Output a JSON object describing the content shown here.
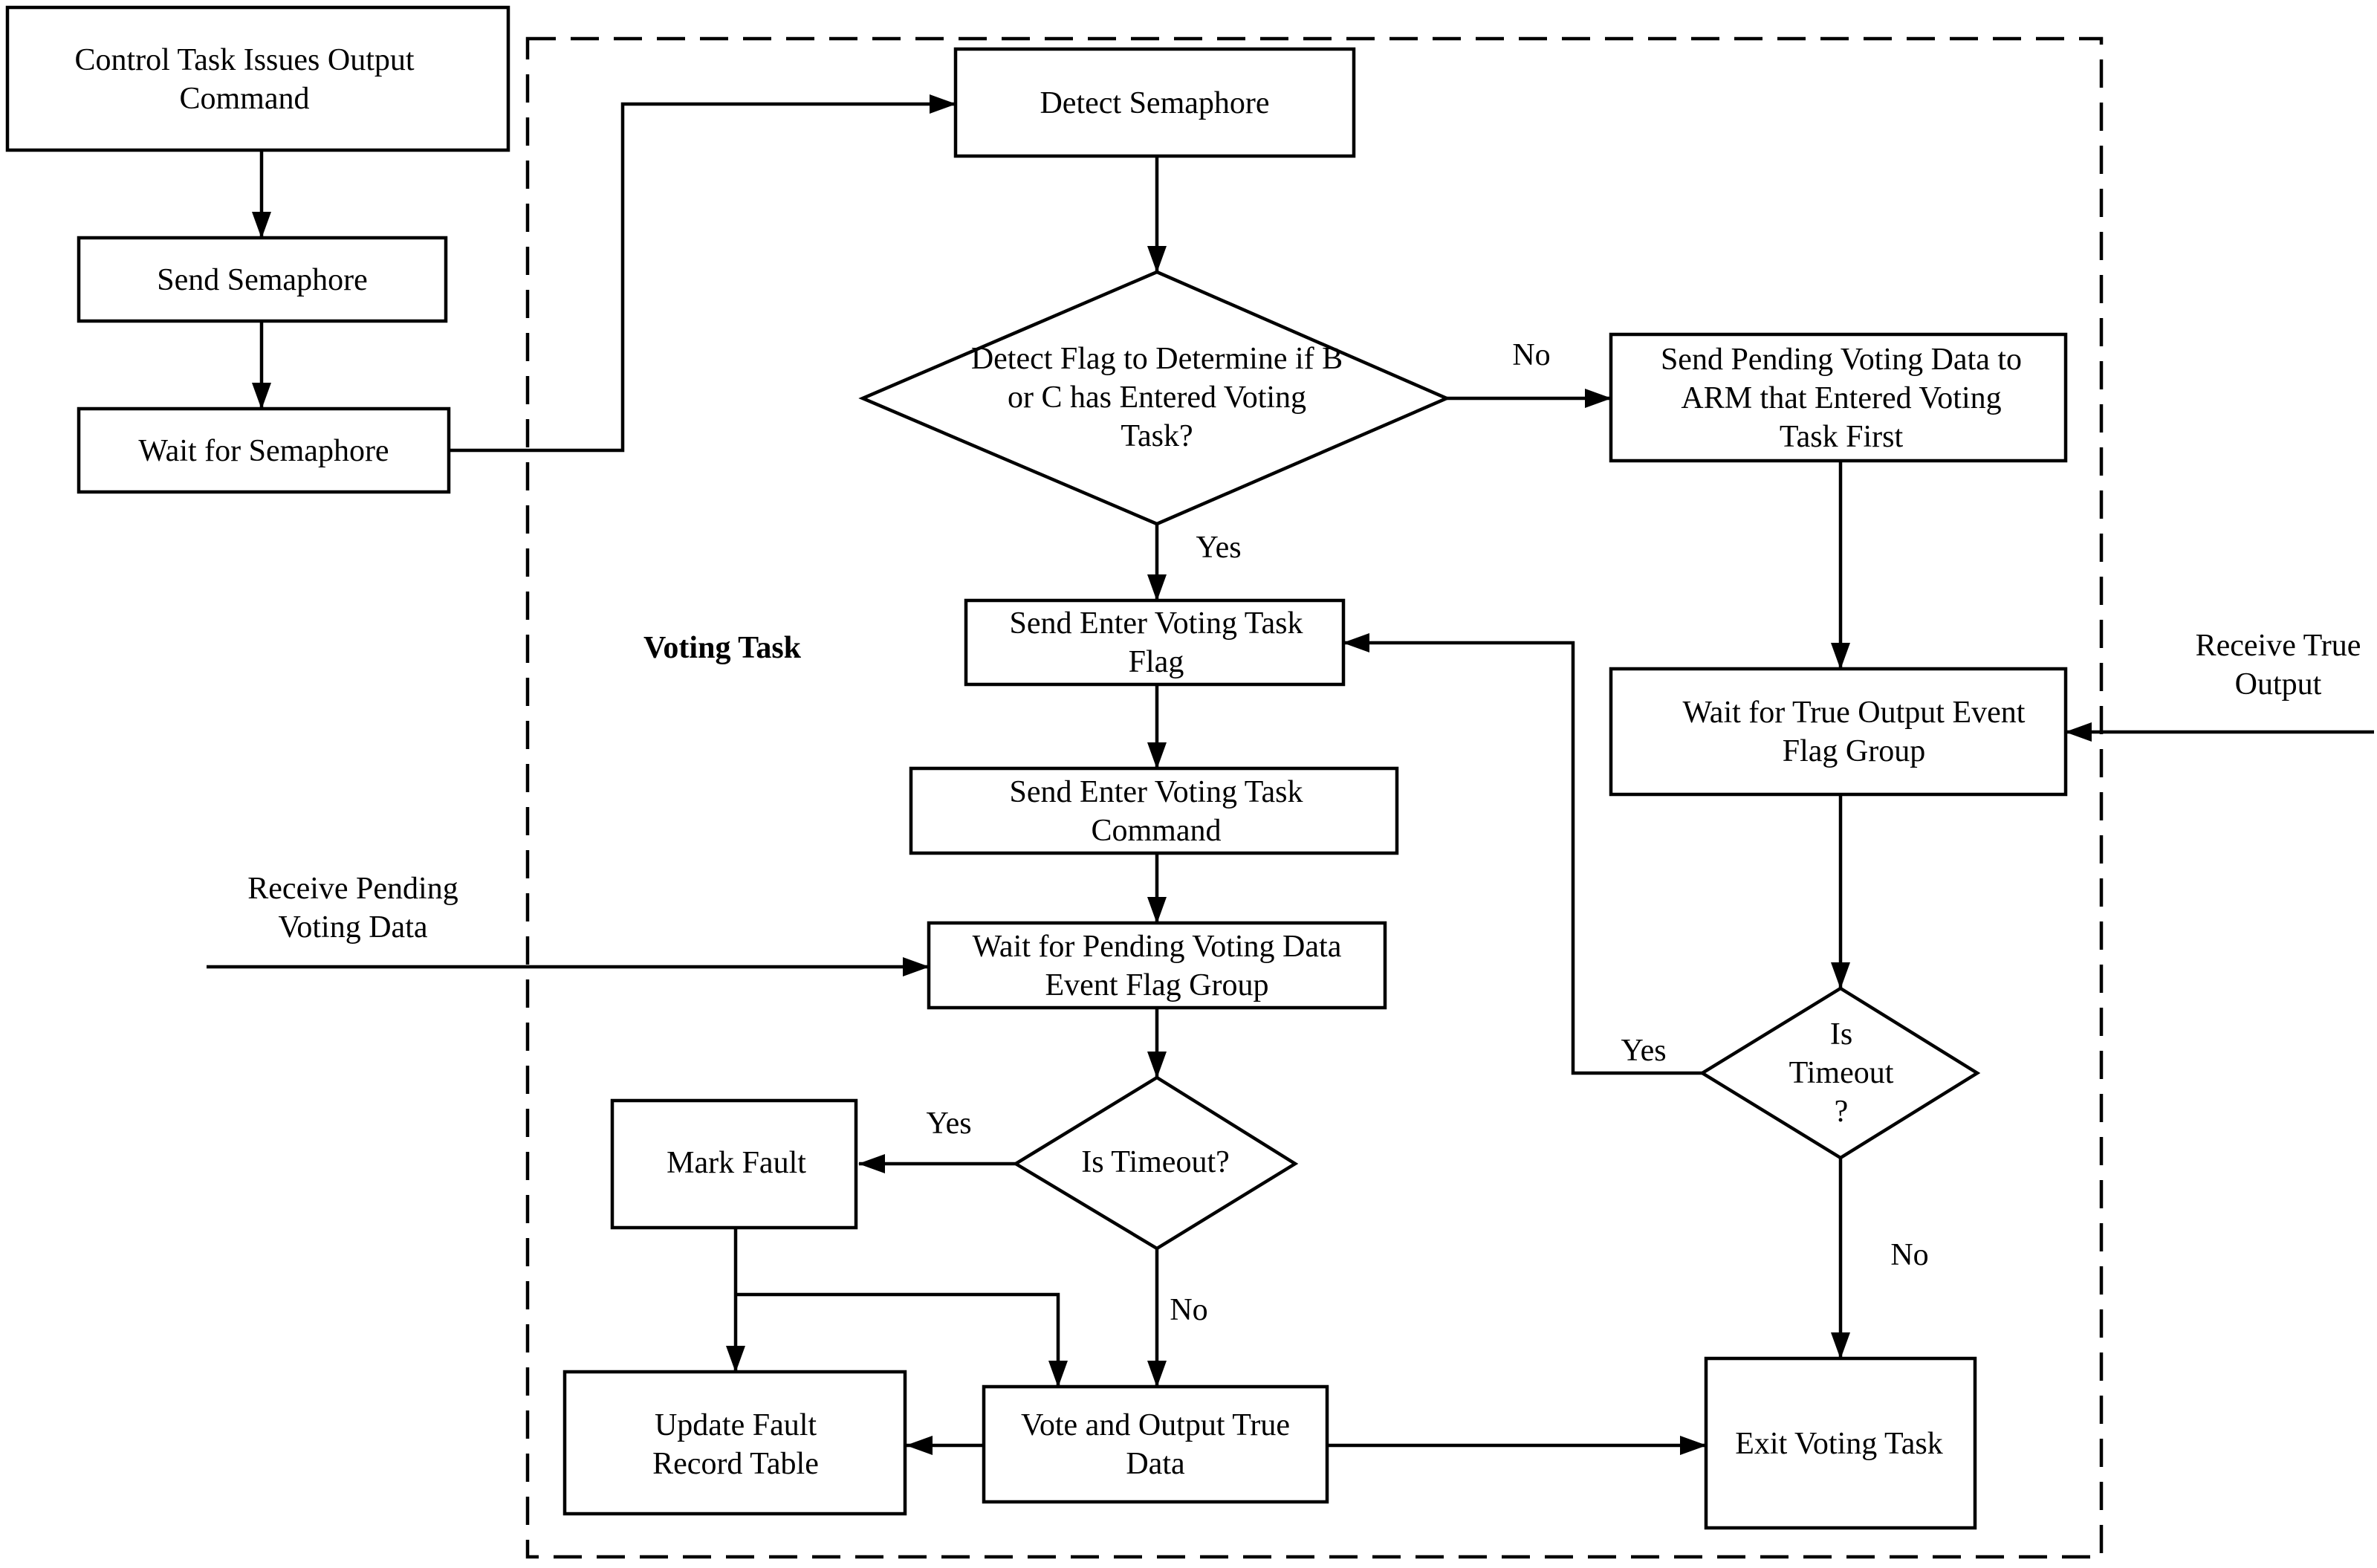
{
  "nodes": {
    "control_issue": [
      "Control Task Issues Output",
      "Command"
    ],
    "send_semaphore": [
      "Send Semaphore"
    ],
    "wait_semaphore": [
      "Wait for Semaphore"
    ],
    "detect_semaphore": [
      "Detect Semaphore"
    ],
    "detect_flag": [
      "Detect Flag to Determine if B",
      "or C has Entered Voting",
      "Task?"
    ],
    "send_pending": [
      "Send Pending Voting Data to",
      "ARM that Entered Voting",
      "Task First"
    ],
    "send_enter_flag": [
      "Send Enter Voting Task",
      "Flag"
    ],
    "wait_true_output": [
      "Wait for True Output Event",
      "Flag Group"
    ],
    "send_enter_command": [
      "Send Enter Voting Task",
      "Command"
    ],
    "wait_pending": [
      "Wait for Pending Voting Data",
      "Event Flag Group"
    ],
    "is_timeout_left": [
      "Is Timeout?"
    ],
    "mark_fault": [
      "Mark Fault"
    ],
    "is_timeout_right": [
      "Is",
      "Timeout",
      "?"
    ],
    "update_fault": [
      "Update Fault",
      "Record Table"
    ],
    "vote_output": [
      "Vote and Output True",
      "Data"
    ],
    "exit_voting": [
      "Exit Voting Task"
    ]
  },
  "labels": {
    "voting_task": "Voting Task",
    "receive_pending": [
      "Receive Pending",
      "Voting Data"
    ],
    "receive_true": [
      "Receive True",
      "Output"
    ]
  },
  "edge_labels": {
    "flag_no": "No",
    "flag_yes": "Yes",
    "left_timeout_yes": "Yes",
    "left_timeout_no": "No",
    "right_timeout_yes": "Yes",
    "right_timeout_no": "No"
  }
}
